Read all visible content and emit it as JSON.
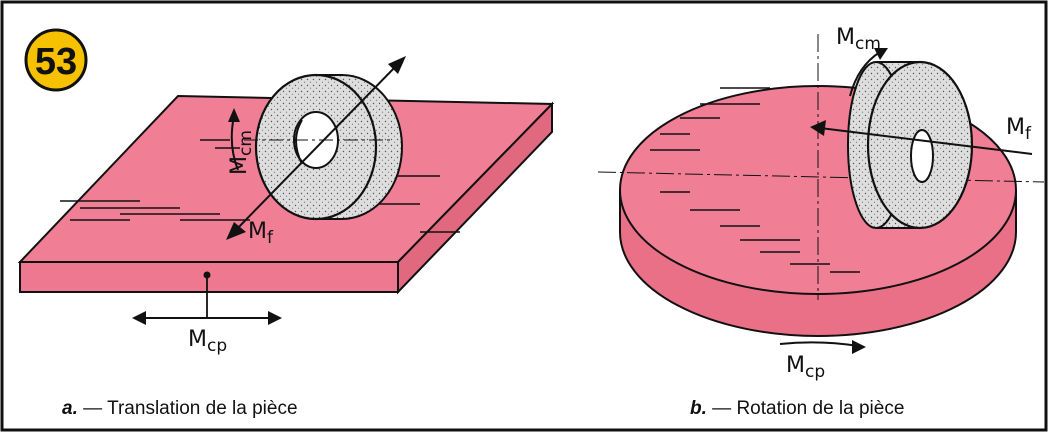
{
  "figure_number": "53",
  "left": {
    "m_cm": "M",
    "m_cm_sub": "cm",
    "m_f": "M",
    "m_f_sub": "f",
    "m_cp": "M",
    "m_cp_sub": "cp",
    "caption_letter": "a.",
    "caption_dash": "—",
    "caption_text": "Translation de la pièce"
  },
  "right": {
    "m_cm": "M",
    "m_cm_sub": "cm",
    "m_f": "M",
    "m_f_sub": "f",
    "m_cp": "M",
    "m_cp_sub": "cp",
    "caption_letter": "b.",
    "caption_dash": "—",
    "caption_text": "Rotation de la pièce"
  },
  "colors": {
    "workpiece": "#f07f96",
    "wheel": "#dcdcdc",
    "badge": "#f6c200",
    "line": "#111111"
  }
}
